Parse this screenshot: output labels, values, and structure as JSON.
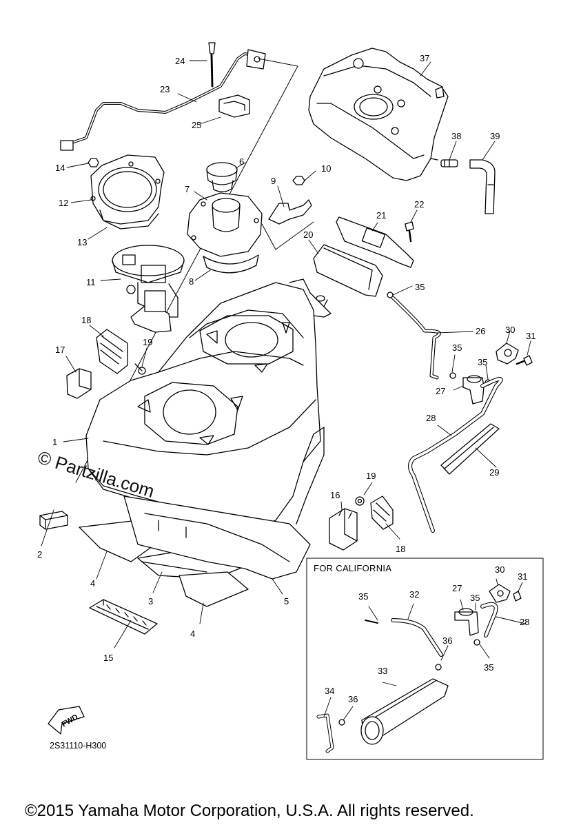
{
  "callouts": [
    {
      "id": "c24",
      "label": "24"
    },
    {
      "id": "c23",
      "label": "23"
    },
    {
      "id": "c25",
      "label": "25"
    },
    {
      "id": "c37",
      "label": "37"
    },
    {
      "id": "c38",
      "label": "38"
    },
    {
      "id": "c39",
      "label": "39"
    },
    {
      "id": "c14",
      "label": "14"
    },
    {
      "id": "c12",
      "label": "12"
    },
    {
      "id": "c13",
      "label": "13"
    },
    {
      "id": "c6",
      "label": "6"
    },
    {
      "id": "c7",
      "label": "7"
    },
    {
      "id": "c8",
      "label": "8"
    },
    {
      "id": "c9",
      "label": "9"
    },
    {
      "id": "c10",
      "label": "10"
    },
    {
      "id": "c21",
      "label": "21"
    },
    {
      "id": "c22",
      "label": "22"
    },
    {
      "id": "c20",
      "label": "20"
    },
    {
      "id": "c35a",
      "label": "35"
    },
    {
      "id": "c11",
      "label": "11"
    },
    {
      "id": "c18a",
      "label": "18"
    },
    {
      "id": "c19a",
      "label": "19"
    },
    {
      "id": "c17",
      "label": "17"
    },
    {
      "id": "c26",
      "label": "26"
    },
    {
      "id": "c30a",
      "label": "30"
    },
    {
      "id": "c31a",
      "label": "31"
    },
    {
      "id": "c35b",
      "label": "35"
    },
    {
      "id": "c35c",
      "label": "35"
    },
    {
      "id": "c27a",
      "label": "27"
    },
    {
      "id": "c28a",
      "label": "28"
    },
    {
      "id": "c29",
      "label": "29"
    },
    {
      "id": "c1",
      "label": "1"
    },
    {
      "id": "c19b",
      "label": "19"
    },
    {
      "id": "c16",
      "label": "16"
    },
    {
      "id": "c18b",
      "label": "18"
    },
    {
      "id": "c2",
      "label": "2"
    },
    {
      "id": "c4a",
      "label": "4"
    },
    {
      "id": "c3",
      "label": "3"
    },
    {
      "id": "c5",
      "label": "5"
    },
    {
      "id": "c4b",
      "label": "4"
    },
    {
      "id": "c15",
      "label": "15"
    },
    {
      "id": "c30b",
      "label": "30"
    },
    {
      "id": "c31b",
      "label": "31"
    },
    {
      "id": "c27b",
      "label": "27"
    },
    {
      "id": "c35d",
      "label": "35"
    },
    {
      "id": "c32",
      "label": "32"
    },
    {
      "id": "c35e",
      "label": "35"
    },
    {
      "id": "c28b",
      "label": "28"
    },
    {
      "id": "c36a",
      "label": "36"
    },
    {
      "id": "c35f",
      "label": "35"
    },
    {
      "id": "c33",
      "label": "33"
    },
    {
      "id": "c34",
      "label": "34"
    },
    {
      "id": "c36b",
      "label": "36"
    }
  ],
  "california_box_title": "FOR CALIFORNIA",
  "drawing_code": "2S31110-H300",
  "fwd_label": "FWD",
  "watermark": "© Partzilla.com",
  "copyright": "©2015 Yamaha Motor Corporation, U.S.A. All rights reserved."
}
